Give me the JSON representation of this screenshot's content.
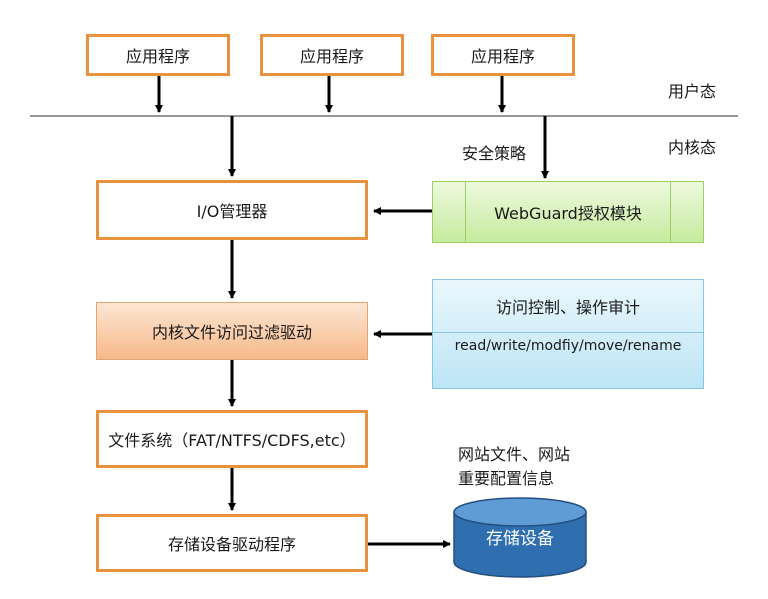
{
  "apps": [
    "应用程序",
    "应用程序",
    "应用程序"
  ],
  "user_space_label": "用户态",
  "kernel_space_label": "内核态",
  "security_policy_label": "安全策略",
  "io_manager": "I/O管理器",
  "webguard_module": "WebGuard授权模块",
  "kernel_filter_driver": "内核文件访问过滤驱动",
  "access_control": {
    "title": "访问控制、操作审计",
    "operations": "read/write/modfiy/move/rename"
  },
  "file_system": "文件系统（FAT/NTFS/CDFS,etc）",
  "storage_driver": "存储设备驱动程序",
  "site_files_note": [
    "网站文件、网站",
    "重要配置信息"
  ],
  "storage_device": "存储设备",
  "colors": {
    "orange_border": "#e8913f",
    "green_box": "#c6eb9e",
    "blue_box": "#bde5f6",
    "filter_box": "#f7b98a",
    "storage_cylinder": "#2f6faf"
  }
}
